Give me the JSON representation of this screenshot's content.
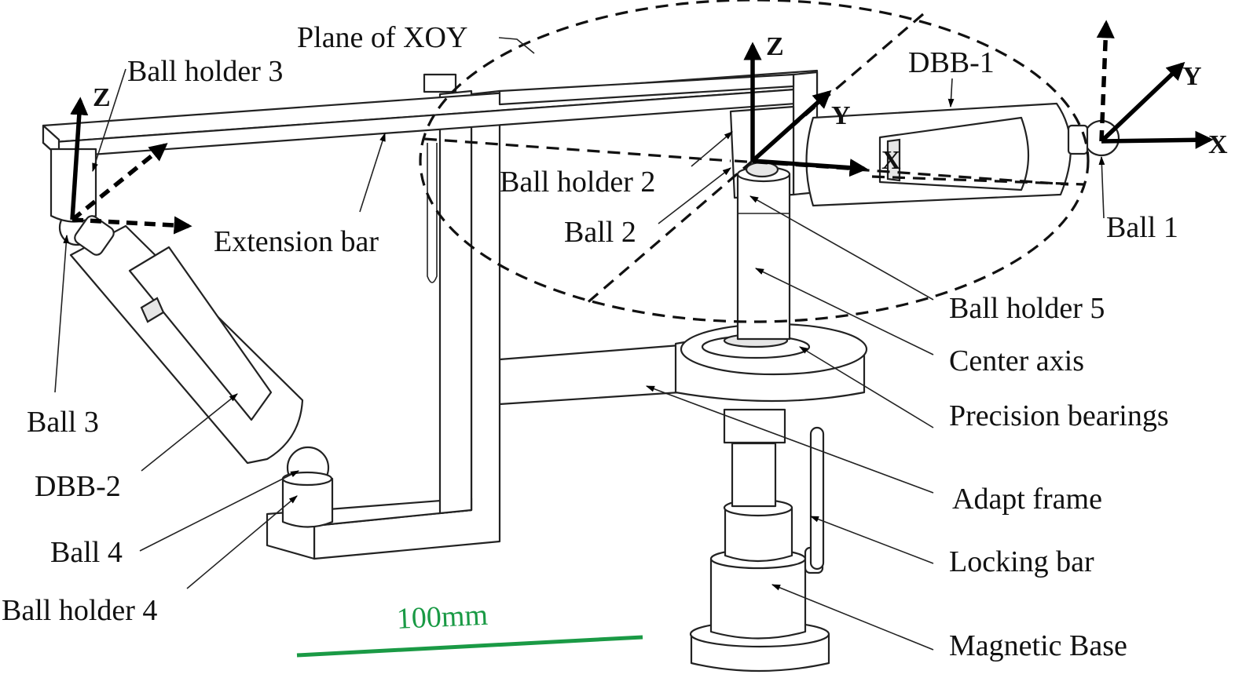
{
  "labels": {
    "plane_xoy": "Plane of XOY",
    "ball_holder_3": "Ball holder 3",
    "dbb_1": "DBB-1",
    "extension_bar": "Extension bar",
    "ball_holder_2": "Ball holder 2",
    "ball_2": "Ball 2",
    "ball_1": "Ball 1",
    "ball_holder_5": "Ball holder 5",
    "center_axis": "Center axis",
    "precision_bearings": "Precision bearings",
    "adapt_frame": "Adapt frame",
    "locking_bar": "Locking bar",
    "magnetic_base": "Magnetic Base",
    "ball_3": "Ball 3",
    "dbb_2": "DBB-2",
    "ball_4": "Ball 4",
    "ball_holder_4": "Ball holder 4"
  },
  "axes": {
    "z": "Z",
    "y": "Y",
    "x": "X"
  },
  "scale_bar": {
    "label": "100mm",
    "color": "#1a9a45"
  }
}
